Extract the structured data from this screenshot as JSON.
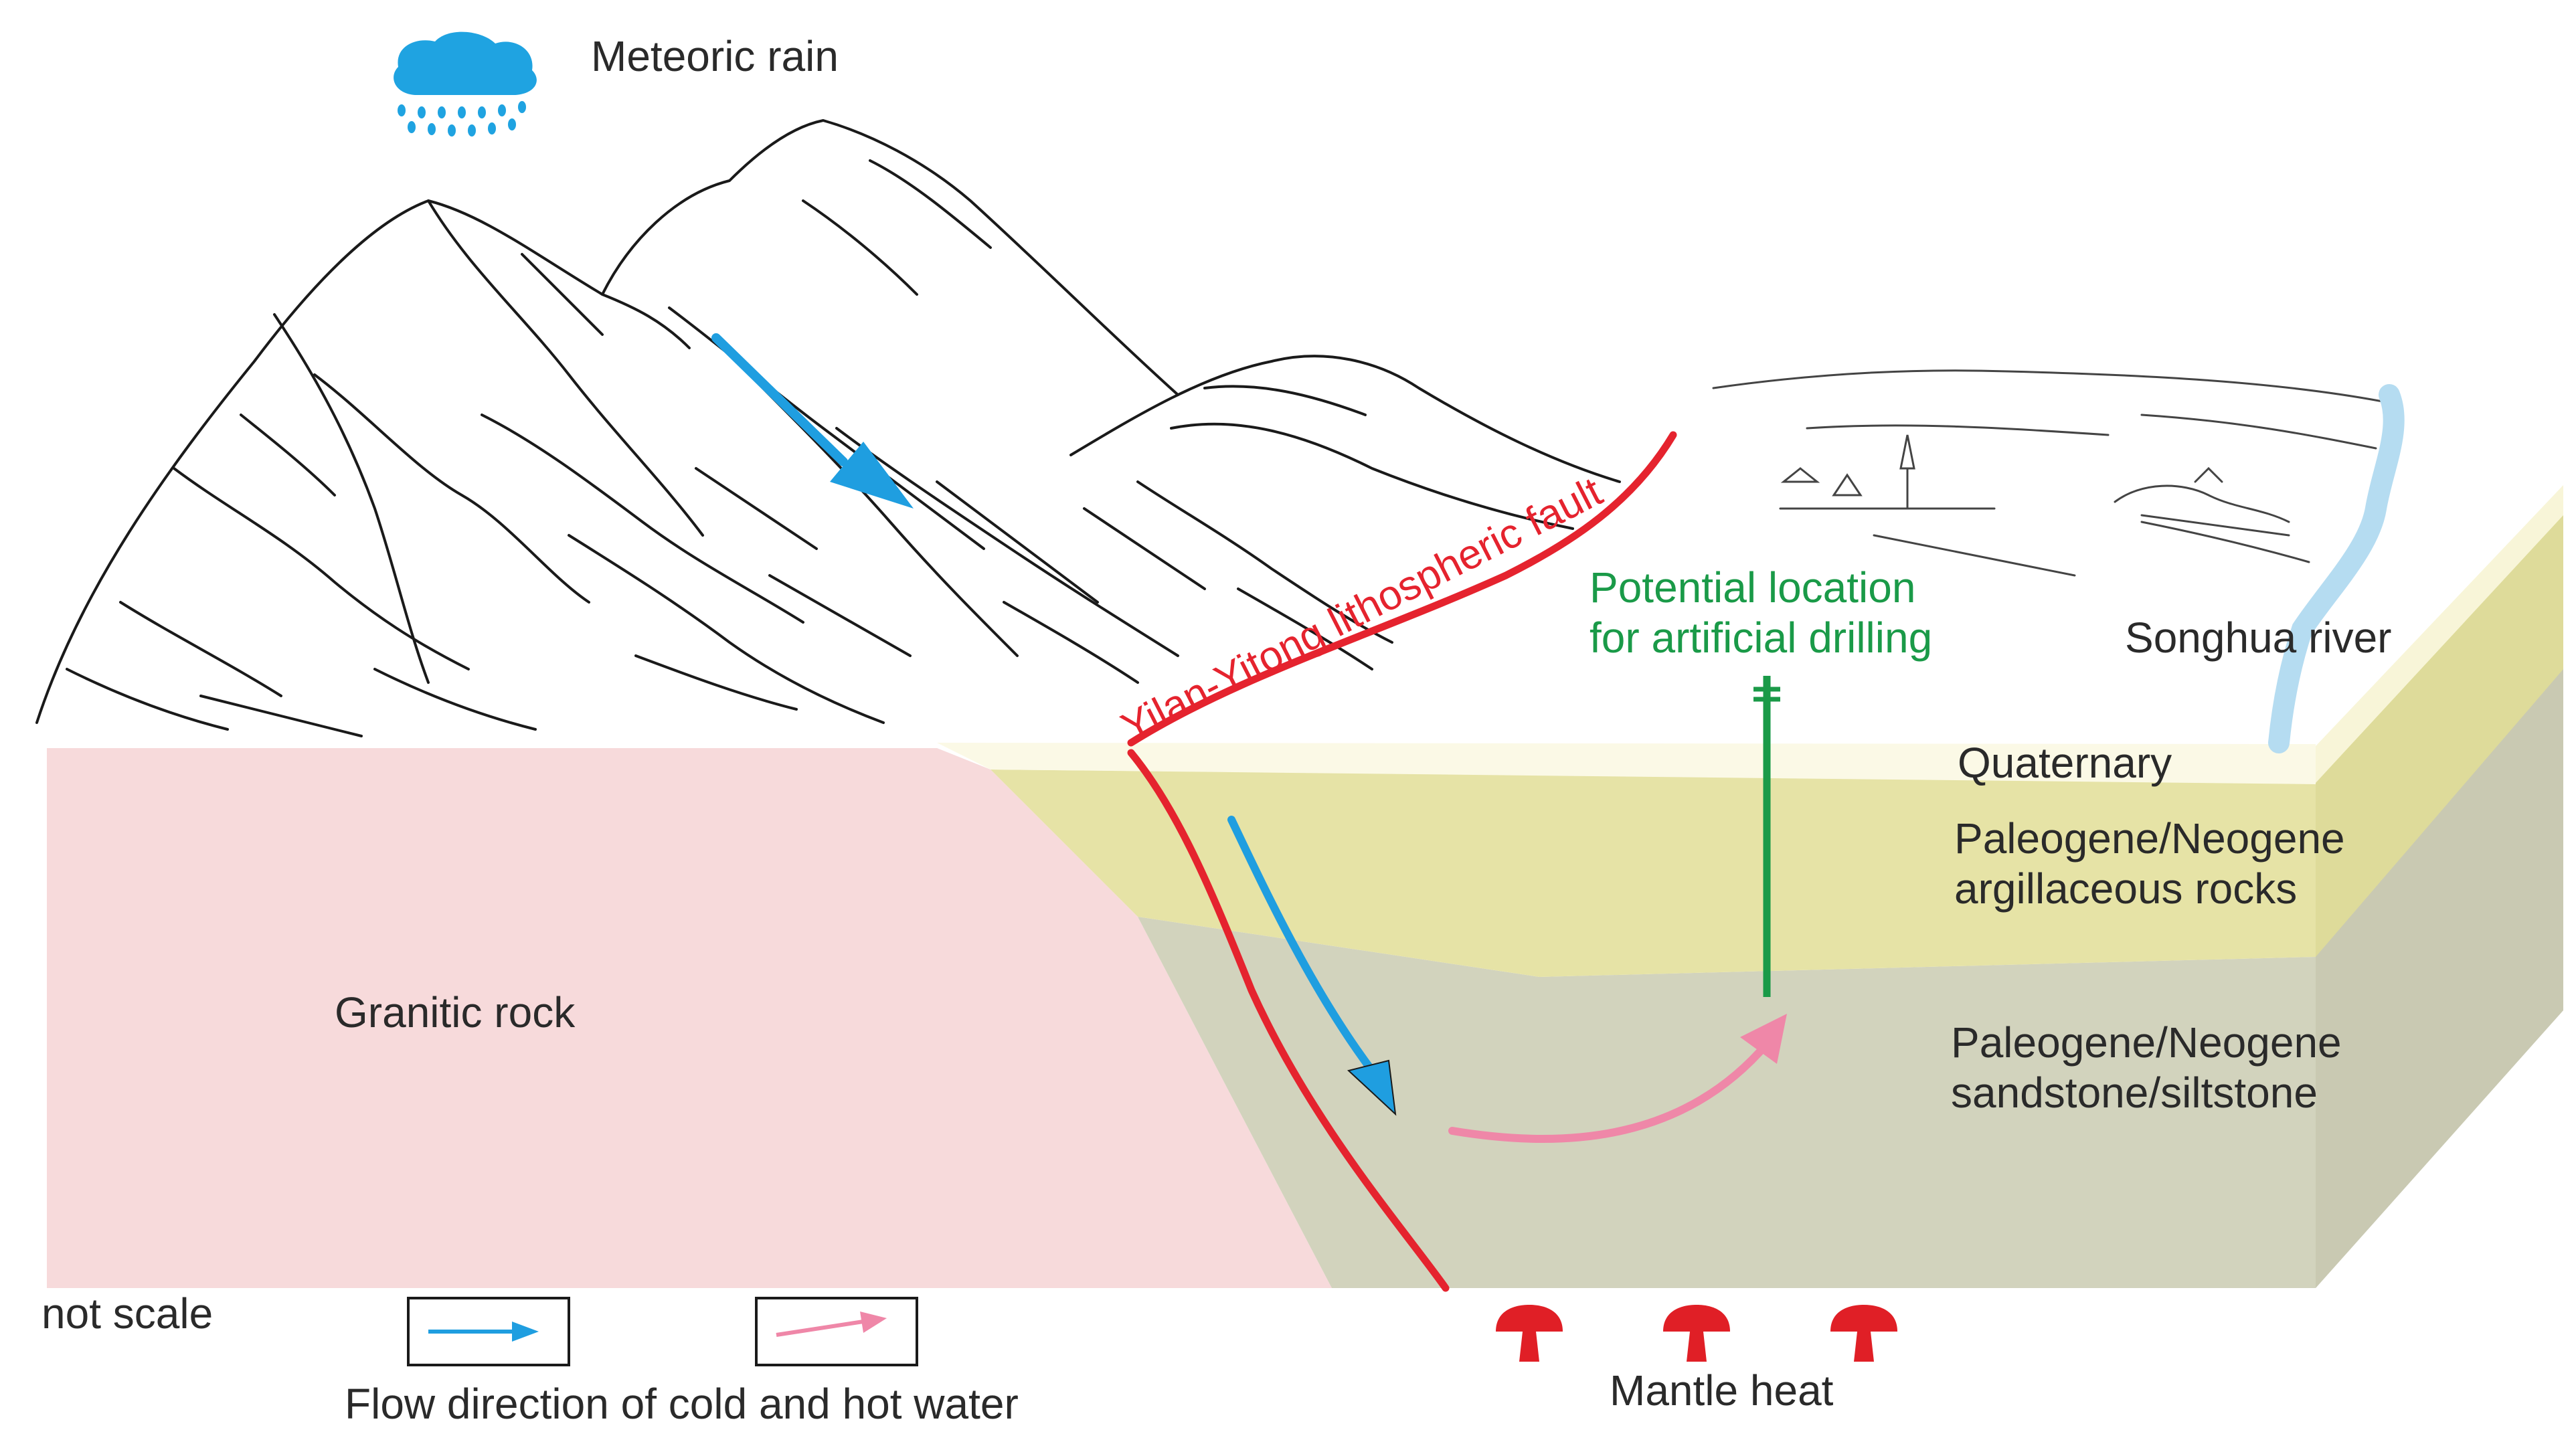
{
  "labels": {
    "meteoric_rain": "Meteoric rain",
    "fault": "Yilan-Yitong lithospheric fault",
    "drilling_line1": "Potential location",
    "drilling_line2": "for artificial drilling",
    "river": "Songhua river",
    "quaternary": "Quaternary",
    "argillaceous_line1": "Paleogene/Neogene",
    "argillaceous_line2": "argillaceous rocks",
    "sandstone_line1": "Paleogene/Neogene",
    "sandstone_line2": "sandstone/siltstone",
    "granite": "Granitic rock",
    "not_scale": "not scale",
    "legend_caption": "Flow direction of cold and hot water",
    "mantle_heat": "Mantle heat"
  },
  "colors": {
    "granite": "#f7dadb",
    "quaternary": "#fbf9e6",
    "argillaceous": "#e6e3a6",
    "sandstone": "#d2d3bd",
    "fault_red": "#e5232e",
    "cold_water_blue": "#1f9ee0",
    "hot_water_pink": "#ef87a8",
    "drilling_green": "#1a9a48",
    "river_blue": "#b5dcf1",
    "rain_blue": "#1fa3e1",
    "mantle_red": "#e01f26"
  },
  "icons": {
    "rain": "rain-cloud-icon",
    "mantle": "mushroom-heat-icon"
  }
}
